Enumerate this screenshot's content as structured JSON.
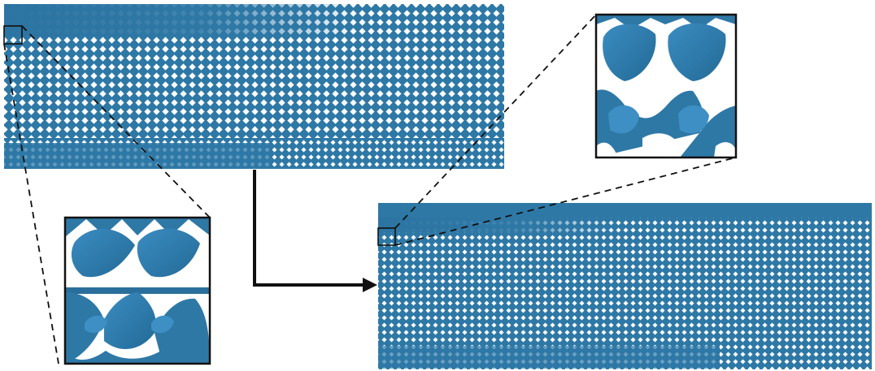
{
  "figure": {
    "panels": [
      {
        "id": "original-lattice-panel"
      },
      {
        "id": "optimized-lattice-panel"
      }
    ],
    "insets": [
      {
        "id": "zoom-inset-original"
      },
      {
        "id": "zoom-inset-optimized"
      }
    ],
    "colors": {
      "lattice": "#2e78a6",
      "lattice_dark": "#1f5f86",
      "lattice_light": "#4b9bcf",
      "background": "#ffffff",
      "frame": "#111111",
      "leader_line": "#111111"
    }
  }
}
